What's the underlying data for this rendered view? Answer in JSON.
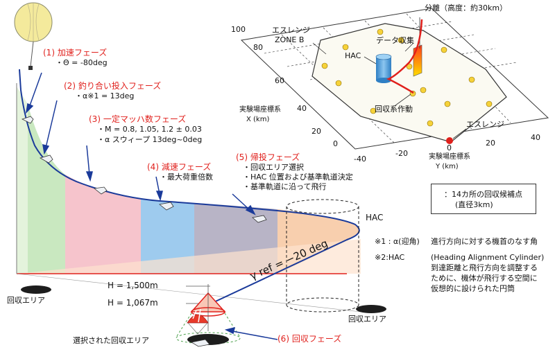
{
  "phases": {
    "p1": {
      "title": "(1) 加速フェーズ",
      "lines": [
        "・Θ = -80deg"
      ]
    },
    "p2": {
      "title": "(2) 釣り合い投入フェーズ",
      "lines": [
        "・α※1 = 13deg"
      ]
    },
    "p3": {
      "title": "(3) 一定マッハ数フェーズ",
      "lines": [
        "・M = 0.8, 1.05, 1.2 ± 0.03",
        "・α スウィープ 13deg~0deg"
      ]
    },
    "p4": {
      "title": "(4) 減速フェーズ",
      "lines": [
        "・最大荷重倍数"
      ]
    },
    "p5": {
      "title": "(5) 帰投フェーズ",
      "lines": [
        "・回収エリア選択",
        "・HAC 位置および基準軌道決定",
        "・基準軌道に沿って飛行"
      ]
    },
    "p6": {
      "title": "(6) 回収フェーズ"
    }
  },
  "labels": {
    "hac": "HAC",
    "gamma": "γ ref = −20 deg",
    "h1500": "H = 1,500m",
    "h1067": "H = 1,067m",
    "recovery_area_left": "回収エリア",
    "recovery_area_right": "回収エリア",
    "selected_area": "選択された回収エリア"
  },
  "map": {
    "separation": "分離（高度：約30km）",
    "zone": [
      "エスレンジ",
      "ZONE B"
    ],
    "data_collection": "データ収集",
    "hac": "HAC",
    "recovery_op": "回収系作動",
    "esrange": "エスレンジ",
    "x_axis_title": [
      "実験場座標系",
      "X (km)"
    ],
    "y_axis_title": [
      "実験場座標系",
      "Y (km)"
    ],
    "x_ticks": [
      "100",
      "80",
      "60",
      "40",
      "20",
      "0"
    ],
    "y_ticks": [
      "-40",
      "-20",
      "0",
      "20",
      "40"
    ]
  },
  "legend": {
    "text": [
      "：14カ所の回収候補点",
      "(直径3km)"
    ]
  },
  "notes": {
    "n1_key": "※1 : α(迎角)",
    "n1_text": "進行方向に対する機首のなす角",
    "n2_key": "※2:HAC",
    "n2_lines": [
      "(Heading Alignment Cylinder)",
      "到達距離と飛行方向を調整する",
      "ために、機体が飛行する空間に",
      "仮想的に設けられた円筒"
    ]
  },
  "colors": {
    "red": "#e0201c",
    "trajectory_blue": "#1a3a9a",
    "phase_green": "#c9e8c0",
    "phase_pink": "#f6c4cc",
    "phase_blue": "#9ecbee",
    "phase_grey": "#b8b4c6",
    "phase_peach": "#f8cfae",
    "balloon": "#f4ea9c",
    "candidate_yellow": "#f6d23a",
    "cylinder_blue": "#5aa4de"
  }
}
